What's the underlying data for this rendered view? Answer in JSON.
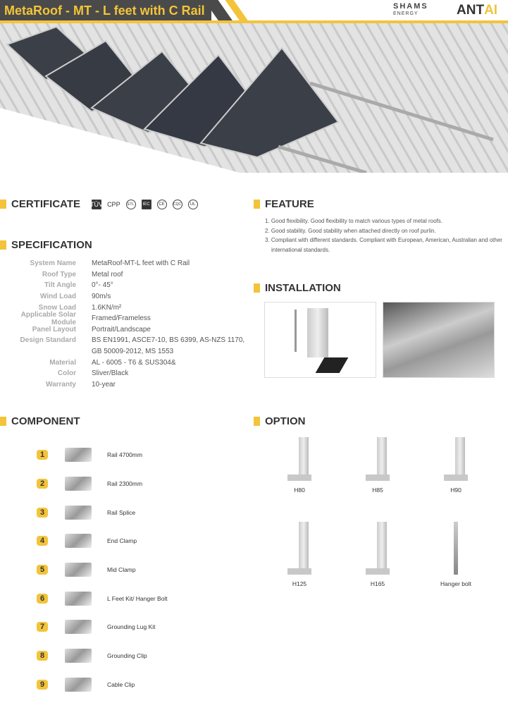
{
  "header": {
    "title": "MetaRoof - MT - L feet with C Rail",
    "logo_shams": "SHAMS",
    "logo_shams_sub": "ENERGY",
    "logo_antai_a": "ANT",
    "logo_antai_b": "AI"
  },
  "colors": {
    "accent": "#f3c43a",
    "dark": "#4a4a4a"
  },
  "certificate": {
    "title": "CERTIFICATE",
    "items": [
      "TÜV",
      "CPP",
      "ETL",
      "IEC",
      "CE",
      "CQC",
      "UL"
    ]
  },
  "specification": {
    "title": "SPECIFICATION",
    "rows": [
      {
        "k": "System Name",
        "v": "MetaRoof-MT-L feet with C Rail"
      },
      {
        "k": "Roof Type",
        "v": "Metal roof"
      },
      {
        "k": "Tilt Angle",
        "v": "0°- 45°"
      },
      {
        "k": "Wind Load",
        "v": "90m/s"
      },
      {
        "k": "Snow Load",
        "v": "1.6KN/m²"
      },
      {
        "k": "Applicable Solar Module",
        "v": "Framed/Frameless"
      },
      {
        "k": "Panel Layout",
        "v": "Portrait/Landscape"
      },
      {
        "k": "Design Standard",
        "v": "BS EN1991, ASCE7-10, BS 6399, AS-NZS 1170,"
      },
      {
        "k": "",
        "v": "GB 50009-2012, MS 1553"
      },
      {
        "k": "Material",
        "v": "AL - 6005 - T6 & SUS304&"
      },
      {
        "k": "Color",
        "v": "Sliver/Black"
      },
      {
        "k": "Warranty",
        "v": "10-year"
      }
    ]
  },
  "feature": {
    "title": "FEATURE",
    "items": [
      "1. Good flexibility. Good flexibility to match various types of metal roofs.",
      "2. Good stability. Good stability when attached directly on roof purlin.",
      "3. Compliant with different standards. Compliant with European, American, Australian and other international standards."
    ]
  },
  "installation": {
    "title": "INSTALLATION"
  },
  "component": {
    "title": "COMPONENT",
    "items": [
      {
        "n": "1",
        "label": "Rail 4700mm"
      },
      {
        "n": "2",
        "label": "Rail 2300mm"
      },
      {
        "n": "3",
        "label": "Rail Splice"
      },
      {
        "n": "4",
        "label": "End Clamp"
      },
      {
        "n": "5",
        "label": "Mid Clamp"
      },
      {
        "n": "6",
        "label": "L Feet Kit/ Hanger Bolt"
      },
      {
        "n": "7",
        "label": "Grounding Lug Kit"
      },
      {
        "n": "8",
        "label": "Grounding Clip"
      },
      {
        "n": "9",
        "label": "Cable Clip"
      }
    ]
  },
  "option": {
    "title": "OPTION",
    "items": [
      "H80",
      "H85",
      "H90",
      "H125",
      "H165",
      "Hanger bolt"
    ]
  }
}
